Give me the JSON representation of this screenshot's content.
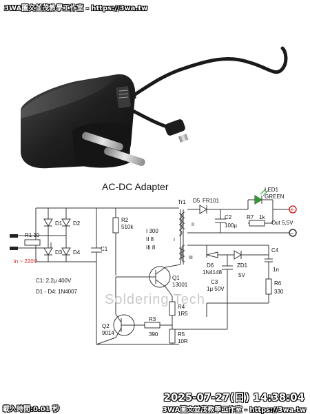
{
  "overlay": {
    "top_banner": "3WA圖文並茂教學工作室 - https://3wa.tw",
    "timestamp": "2025-07-27(日) 14:38:04",
    "bottom_banner": "3WA圖文並茂教學工作室 - https://3wa.tw",
    "load_time": "載入時間:0.01 秒"
  },
  "diagram": {
    "title": "AC-DC Adapter",
    "watermark": "Soldering Tech",
    "labels": {
      "r1": "R1 10",
      "input": "in ~ 220V",
      "d1": "D1",
      "d2": "D2",
      "d3": "D3",
      "d4": "D4",
      "c1": "C1",
      "c1_spec": "C1: 2,2μ 400V",
      "d_spec": "D1 - D4: 1N4007",
      "r2": "R2",
      "r2_val": "510k",
      "tr1": "Tr1",
      "winding_1": "I  300",
      "winding_2": "II  8",
      "winding_3": "III  8",
      "w_i": "I",
      "w_ii": "II",
      "w_iii": "III",
      "d5": "D5",
      "d5_val": "FR101",
      "c2": "C2",
      "c2_val": "100μ",
      "r7": "R7",
      "r7_val": "1k",
      "led1": "LED1",
      "led1_val": "GREEN",
      "out": "Out 5,5V",
      "d6": "D6",
      "d6_val": "1N4148",
      "zd1": "ZD1",
      "zd1_val": "5V",
      "c3": "C3",
      "c3_val": "1μ 50V",
      "c4": "C4",
      "c4_val": "1n",
      "r6": "R6",
      "r6_val": "330",
      "q1": "Q1",
      "q1_val": "13001",
      "q2": "Q2",
      "q2_val": "9014",
      "r3": "R3",
      "r3_val": "390",
      "r4": "R4",
      "r4_val": "1R5",
      "r5": "R5",
      "r5_val": "10R",
      "plus": "+",
      "minus": "−"
    },
    "colors": {
      "led": "#2e9d2e",
      "terminal": "#d62828",
      "wire": "#333333"
    }
  }
}
